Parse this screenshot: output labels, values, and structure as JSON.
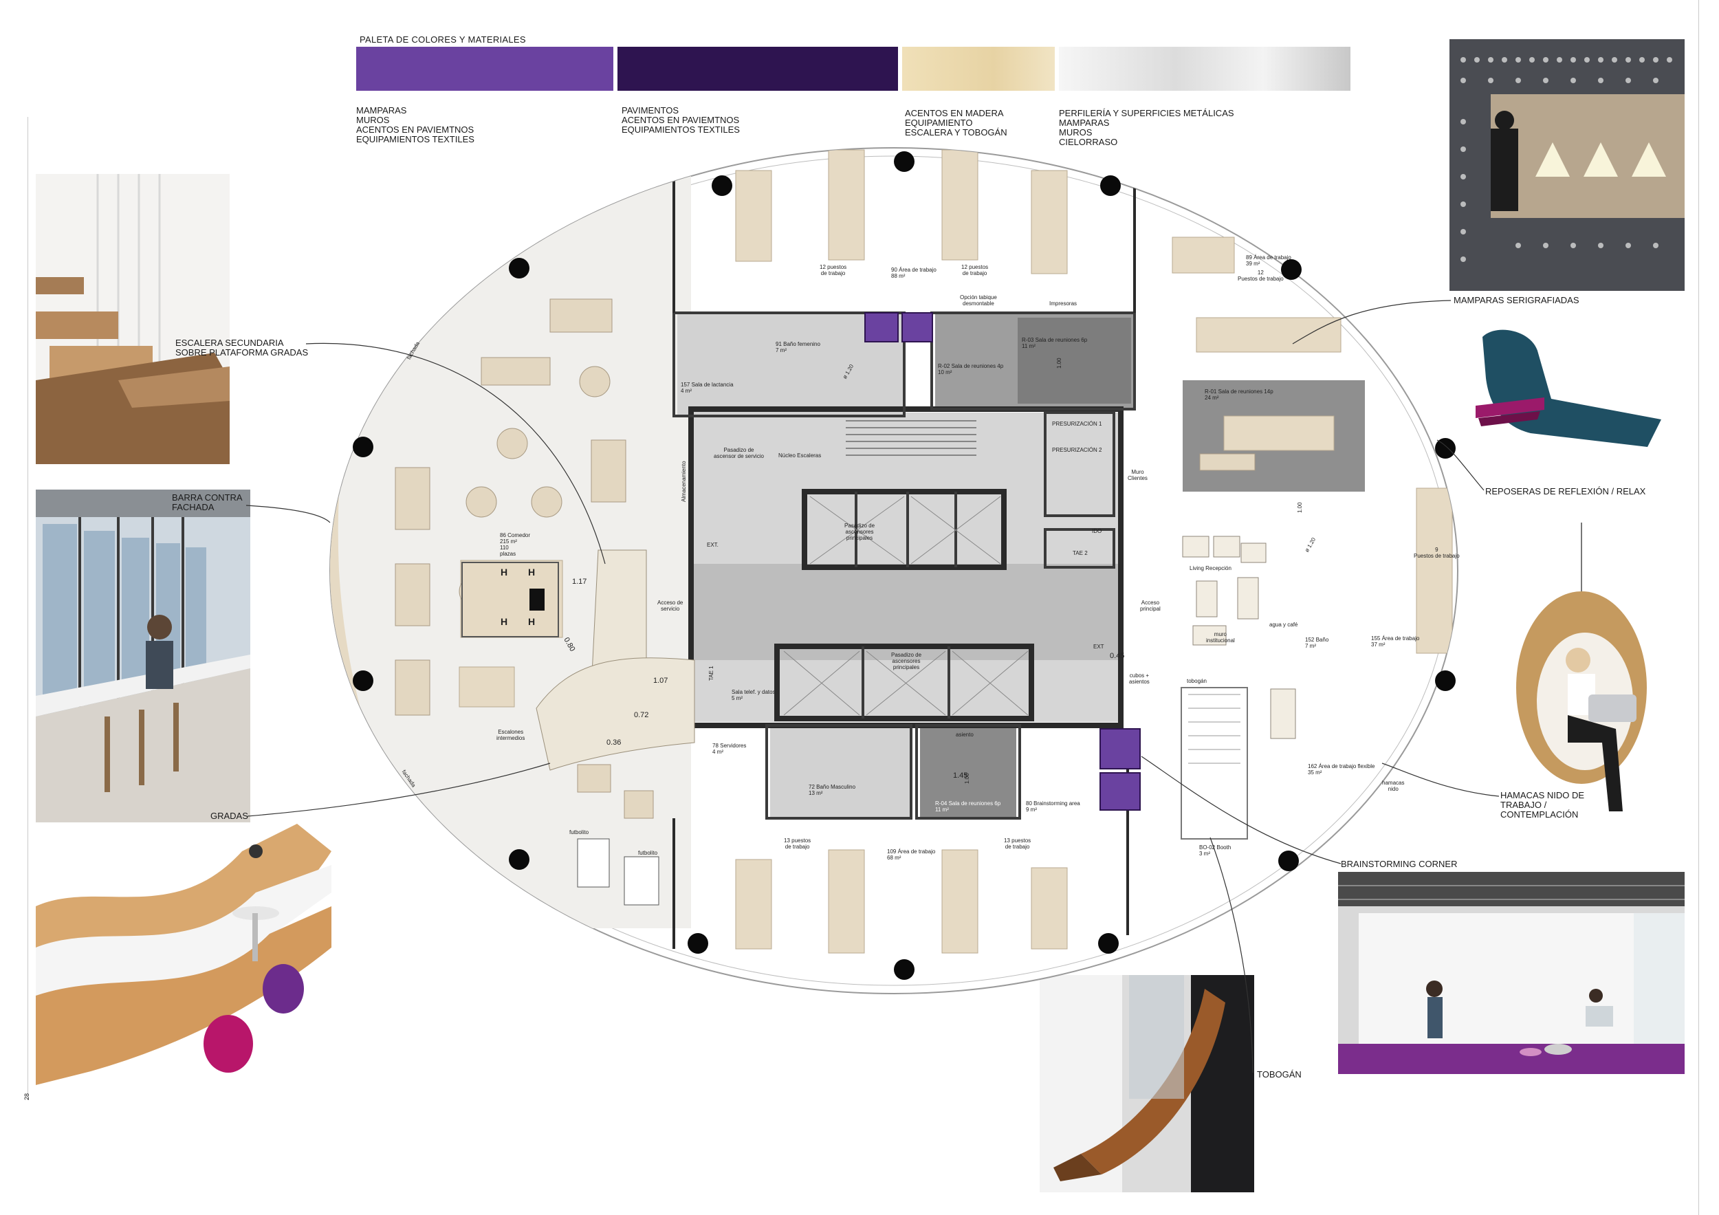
{
  "palette": {
    "title": "PALETA DE COLORES Y MATERIALES",
    "swatches": [
      {
        "color": "#6a42a0",
        "items": [
          "MAMPARAS",
          "MUROS",
          "ACENTOS EN PAVIEMTNOS",
          "EQUIPAMIENTOS TEXTILES"
        ]
      },
      {
        "color": "#2e1450",
        "items": [
          "PAVIMENTOS",
          "ACENTOS EN PAVIEMTNOS",
          "EQUIPAMIENTOS TEXTILES"
        ]
      },
      {
        "color": "#eedcb4",
        "items": [
          "ACENTOS EN MADERA",
          "EQUIPAMIENTO",
          "ESCALERA Y TOBOGÁN"
        ]
      },
      {
        "color": "#e8e8e8",
        "items": [
          "PERFILERÍA Y SUPERFICIES METÁLICAS",
          "MAMPARAS",
          "MUROS",
          "CIELORRASO"
        ]
      }
    ]
  },
  "callouts": {
    "escalera": [
      "ESCALERA SECUNDARIA",
      "SOBRE PLATAFORMA GRADAS"
    ],
    "barra": [
      "BARRA CONTRA",
      "FACHADA"
    ],
    "gradas": [
      "GRADAS"
    ],
    "mamparas": [
      "MAMPARAS SERIGRAFIADAS"
    ],
    "reposeras": [
      "REPOSERAS  DE REFLEXIÓN / RELAX"
    ],
    "hamacas": [
      "HAMACAS NIDO DE",
      "TRABAJO /",
      "CONTEMPLACIÓN"
    ],
    "brainstorming": [
      "BRAINSTORMING CORNER"
    ],
    "tobogan": [
      "TOBOGÁN"
    ]
  },
  "plan": {
    "work_top_left": {
      "num": "90",
      "name": "Área de trabajo",
      "area": "88 m²"
    },
    "puestos_12a": [
      "12 puestos",
      "de trabajo"
    ],
    "puestos_12b": [
      "12 puestos",
      "de trabajo"
    ],
    "work_top_right": {
      "num": "89",
      "name": "Área de trabajo",
      "area": "39 m²"
    },
    "puestos_12c": [
      "12",
      "Puestos de trabajo"
    ],
    "opcion_tabique": [
      "Opción tabique",
      "desmontable"
    ],
    "impresoras": "Impresoras",
    "sala_r03": {
      "code": "R-03",
      "name": "Sala de reuniones 6p",
      "area": "11 m²"
    },
    "sala_r02": {
      "code": "R-02",
      "name": "Sala de reuniones 4p",
      "area": "10 m²"
    },
    "sala_r01": {
      "code": "R-01",
      "name": "Sala de reuniones 14p",
      "area": "24 m²"
    },
    "bano_femenino": {
      "num": "91",
      "name": "Baño femenino",
      "area": "7 m²"
    },
    "sala_lactancia": {
      "num": "157",
      "name": "Sala de lactancia",
      "area": "4 m²"
    },
    "pasadizo_servicio": [
      "Pasadizo de",
      "ascensor de servicio"
    ],
    "nucleo": "Núcleo Escaleras",
    "presurizacion1": "PRESURIZACIÓN 1",
    "presurizacion2": "PRESURIZACIÓN 2",
    "muro_clientes": [
      "Muro",
      "Clientes"
    ],
    "pasadizo_principales_top": [
      "Pasadizo de",
      "ascensores",
      "principales"
    ],
    "pasadizo_principales_bottom": [
      "Pasadizo de",
      "ascensores",
      "principales"
    ],
    "almacenamiento": "Almacenamiento",
    "ext": "EXT.",
    "ext2": "EXT",
    "ido": "IDO",
    "tae2": "TAE 2",
    "tae1": "TAE 1",
    "comedor": {
      "num": "86",
      "name": "Comedor",
      "area": "215 m²",
      "places": [
        "110",
        "plazas"
      ]
    },
    "acceso_servicio": [
      "Acceso de",
      "servicio"
    ],
    "acceso_principal": [
      "Acceso",
      "principal"
    ],
    "living": "Living Recepción",
    "agua_cafe": "agua y café",
    "muro_institucional": [
      "muro",
      "institucional"
    ],
    "bano_152": {
      "num": "152",
      "name": "Baño",
      "area": "7 m²"
    },
    "work_right": {
      "num": "155",
      "name": "Área de trabajo",
      "area": "37 m²"
    },
    "puestos_9": [
      "9",
      "Puestos de trabajo"
    ],
    "sala_telef": {
      "name": "Sala telef. y datos",
      "area": "5 m²"
    },
    "servidores": {
      "num": "78",
      "name": "Servidores",
      "area": "4 m²"
    },
    "bano_masculino": {
      "num": "72",
      "name": "Baño Masculino",
      "area": "13 m²"
    },
    "asiento": "asiento",
    "sala_r04": {
      "code": "R-04",
      "name": "Sala de reuniones 6p",
      "area": "11 m²"
    },
    "brainstorming_area": {
      "num": "80",
      "name": "Brainstorming area",
      "area": "9 m²"
    },
    "cubos": [
      "cubos +",
      "asientos"
    ],
    "tobogan_label": "tobogán",
    "booth": {
      "code": "BO-02",
      "name": "Booth",
      "area": "3 m²"
    },
    "flexible": {
      "num": "162",
      "name": "Área de trabajo flexible",
      "area": "35 m²"
    },
    "hamacas_nido": [
      "hamacas",
      "nido"
    ],
    "escalones": [
      "Escalones",
      "intermedios"
    ],
    "futbolito1": "futbolito",
    "futbolito2": "futbolito",
    "work_bottom": {
      "num": "109",
      "name": "Área de trabajo",
      "area": "68 m²"
    },
    "puestos_13a": [
      "13 puestos",
      "de trabajo"
    ],
    "puestos_13b": [
      "13 puestos",
      "de trabajo"
    ],
    "dim_117": "1.17",
    "dim_080": "0.80",
    "dim_107": "1.07",
    "dim_072": "0.72",
    "dim_036": "0.36",
    "dim_100a": "1.00",
    "dim_100b": "1.00",
    "dim_100c": "1.00",
    "dim_145": "1.45",
    "dim_045": "0.45",
    "dim_120a": "ø 1.20",
    "dim_120b": "ø 1.20",
    "h": "H",
    "fachada_top": "fachada",
    "fachada_bottom": "fachada"
  },
  "page_number": "28"
}
